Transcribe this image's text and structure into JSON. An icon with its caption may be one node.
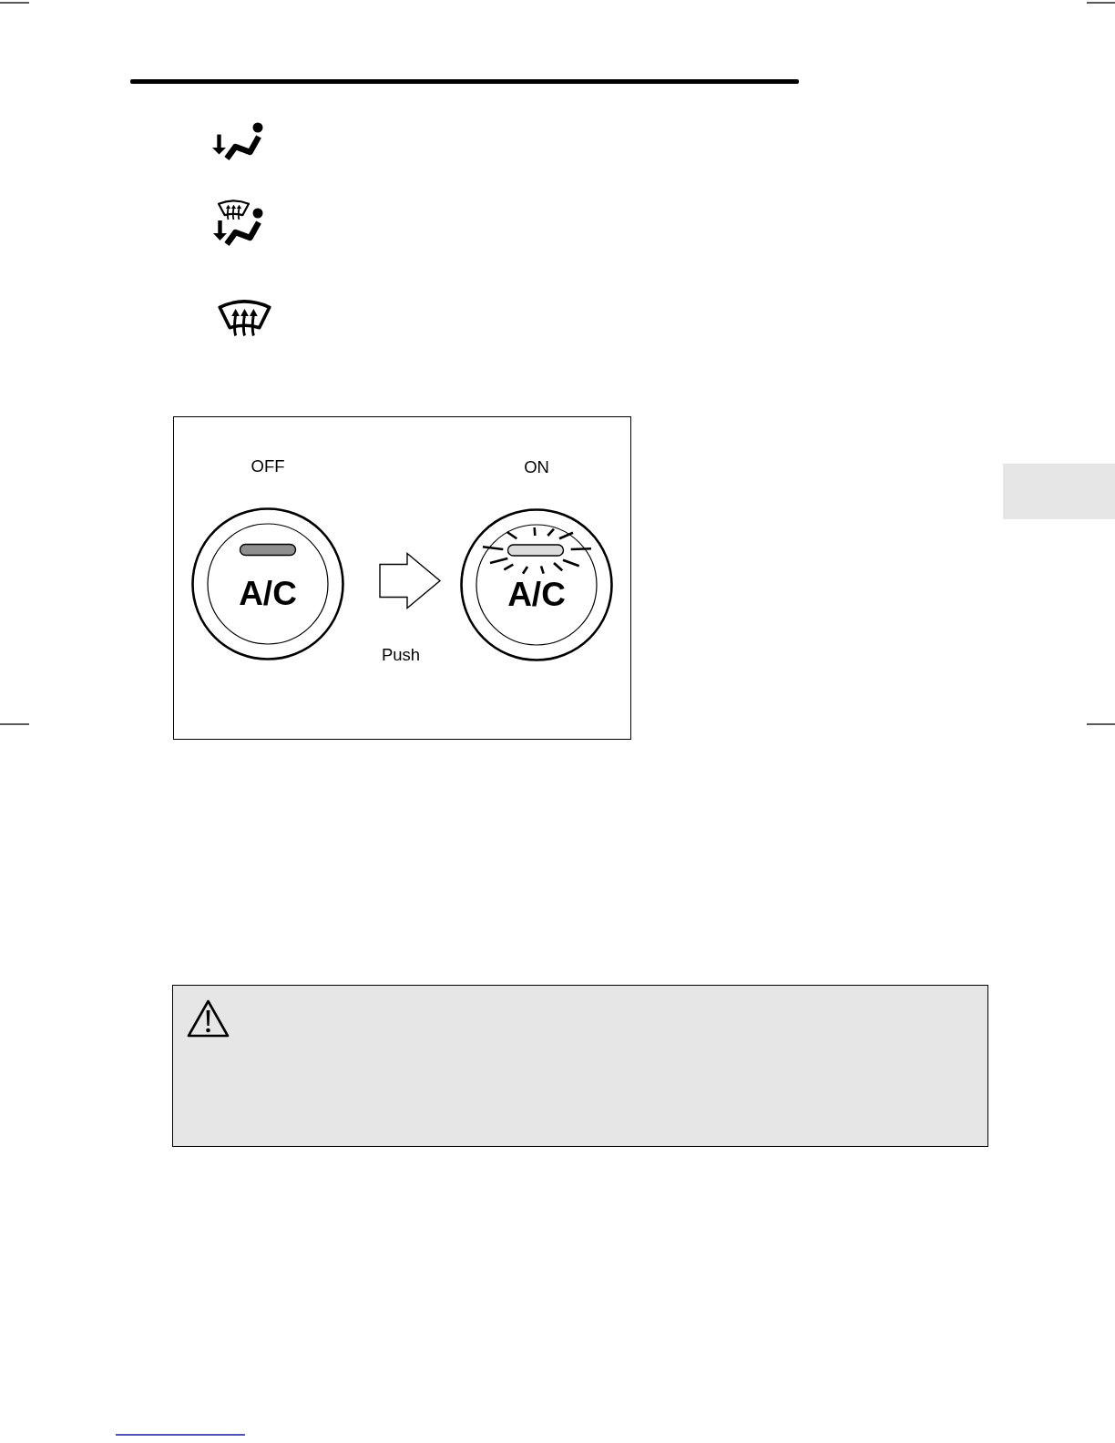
{
  "diagram": {
    "nodes": [
      {
        "text": [],
        "shape": "box"
      },
      {
        "text": [
          "A/C"
        ],
        "beside": [
          "OFF"
        ],
        "in": 0
      },
      {
        "text": [
          "A/C"
        ],
        "beside": [
          "ON"
        ],
        "in": 0
      },
      {
        "text": [],
        "shape": "box"
      }
    ],
    "edges": [
      {
        "from": 1,
        "to": 2,
        "arrow": "to",
        "label": "Push"
      }
    ]
  }
}
